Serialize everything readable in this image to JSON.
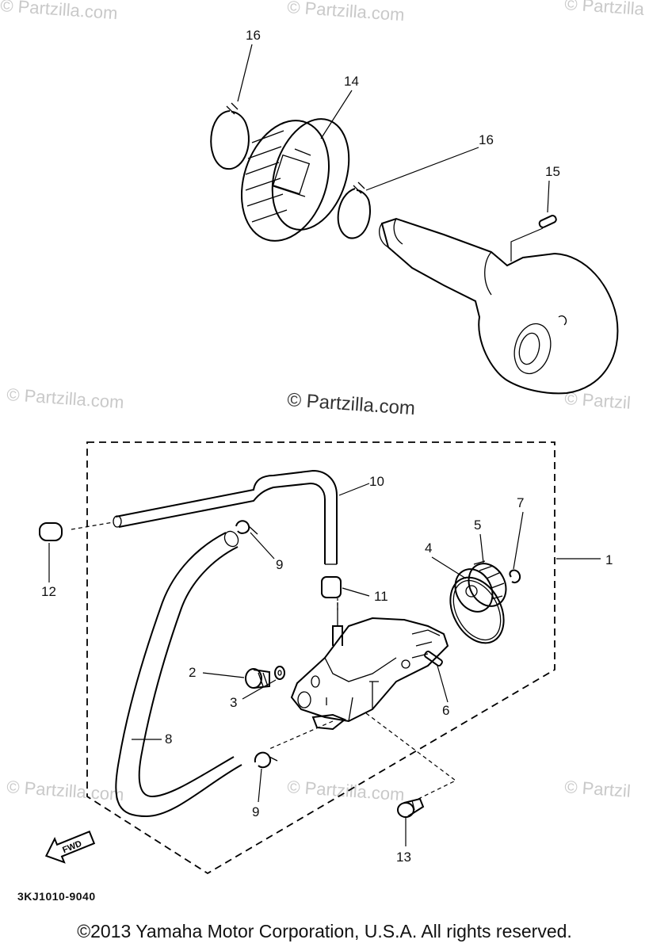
{
  "watermarks": {
    "tl": "© Partzilla.com",
    "tc": "© Partzilla.com",
    "tr": "© Partzilla",
    "ml": "© Partzilla.com",
    "mc": "© Partzilla.com",
    "mr": "© Partzil",
    "bl": "© Partzilla.com",
    "bc": "© Partzilla.com",
    "br": "© Partzil"
  },
  "callouts": {
    "c1": "1",
    "c2": "2",
    "c3": "3",
    "c4": "4",
    "c5": "5",
    "c6": "6",
    "c7": "7",
    "c8": "8",
    "c9a": "9",
    "c9b": "9",
    "c10": "10",
    "c11": "11",
    "c12": "12",
    "c13": "13",
    "c14": "14",
    "c15": "15",
    "c16a": "16",
    "c16b": "16"
  },
  "fwd_label": "FWD",
  "diagram_code": "3KJ1010-9040",
  "copyright": "©2013 Yamaha Motor Corporation, U.S.A. All rights reserved."
}
